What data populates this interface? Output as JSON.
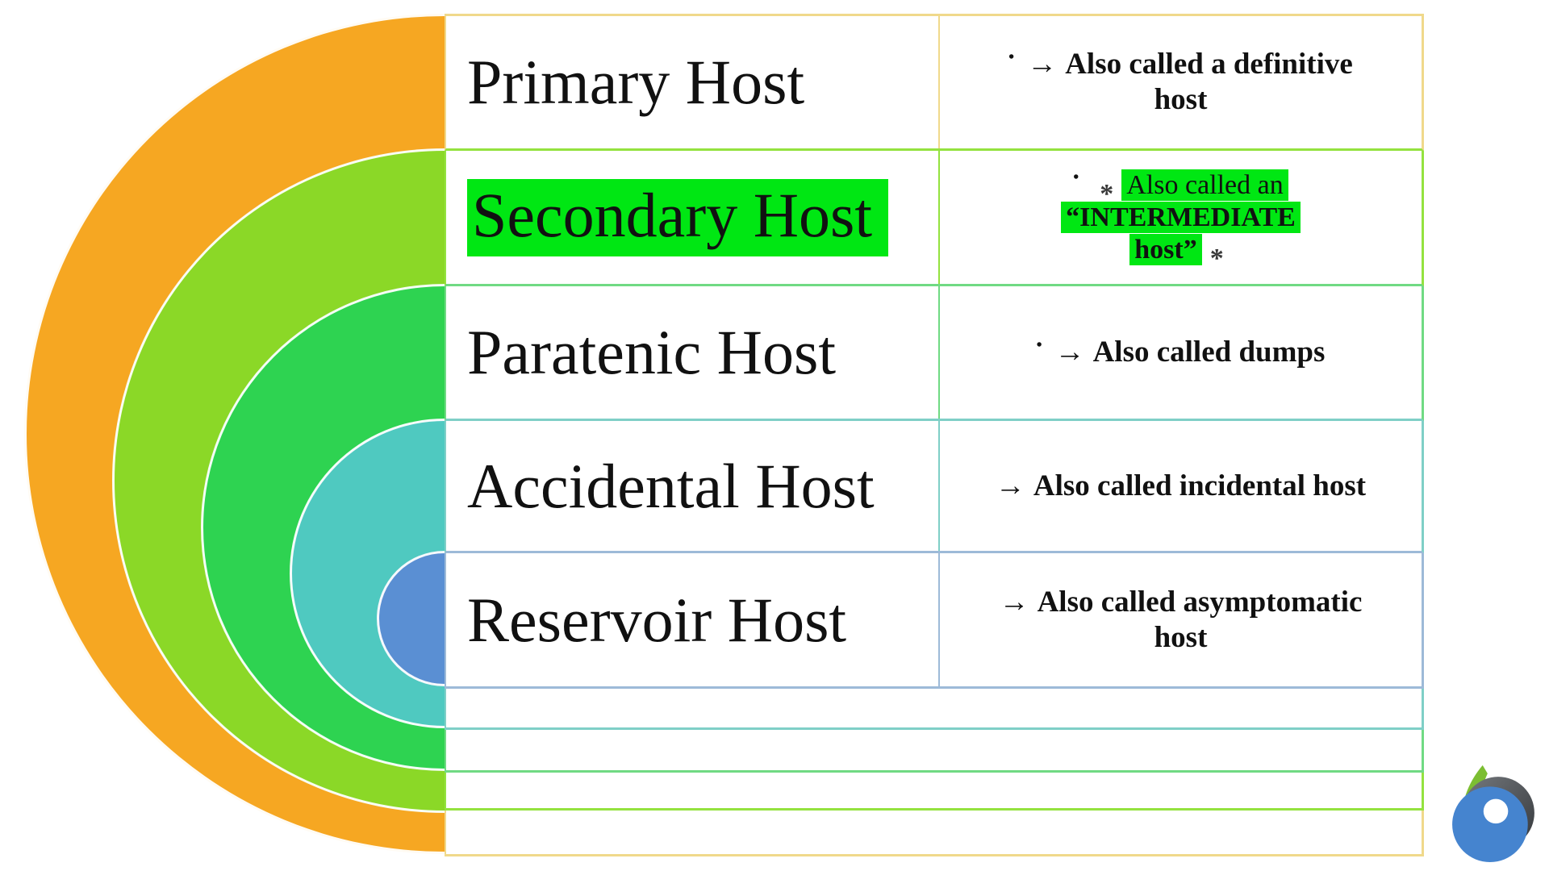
{
  "colors": {
    "ring-orange": "#F6A722",
    "ring-lightgreen": "#8BD827",
    "ring-green": "#2ED351",
    "ring-teal": "#4FC9C0",
    "ring-blue": "#5A8FD3",
    "line-yellow": "#F0D98B",
    "line-lightgreen": "#94E23F",
    "line-green": "#70DA83",
    "line-teal": "#7FCFC7",
    "line-blue": "#9DBAD8",
    "hl": "#00E713"
  },
  "diagram": {
    "rings": [
      {
        "name": "outer-ring",
        "color": "#F6A722"
      },
      {
        "name": "second-ring",
        "color": "#8BD827"
      },
      {
        "name": "third-ring",
        "color": "#2ED351"
      },
      {
        "name": "fourth-ring",
        "color": "#4FC9C0"
      },
      {
        "name": "inner-ring",
        "color": "#5A8FD3"
      }
    ]
  },
  "glyphs": {
    "bullet": "•",
    "arrow": "→",
    "star": "*"
  },
  "table": {
    "rows": [
      {
        "label": "Primary Host",
        "highlighted": false,
        "note_line1": "Also called a definitive",
        "note_line2": "host"
      },
      {
        "label": "Secondary Host",
        "highlighted": true,
        "hl_line1": "Also called an",
        "hl_line2": "“INTERMEDIATE",
        "hl_line3": "host”"
      },
      {
        "label": "Paratenic Host",
        "highlighted": false,
        "note_line1": "Also called dumps"
      },
      {
        "label": "Accidental Host",
        "highlighted": false,
        "note_line1": "Also called incidental host"
      },
      {
        "label": "Reservoir Host",
        "highlighted": false,
        "note_line1": "Also called asymptomatic",
        "note_line2": "host"
      }
    ],
    "empty_row_count": 4
  },
  "logo": {
    "name": "b-leaf-logo",
    "leaf_color": "#7CBE32",
    "swirl_color_top": "#6D7276",
    "swirl_color_bottom": "#3F4347",
    "ball_color": "#4584CF"
  }
}
